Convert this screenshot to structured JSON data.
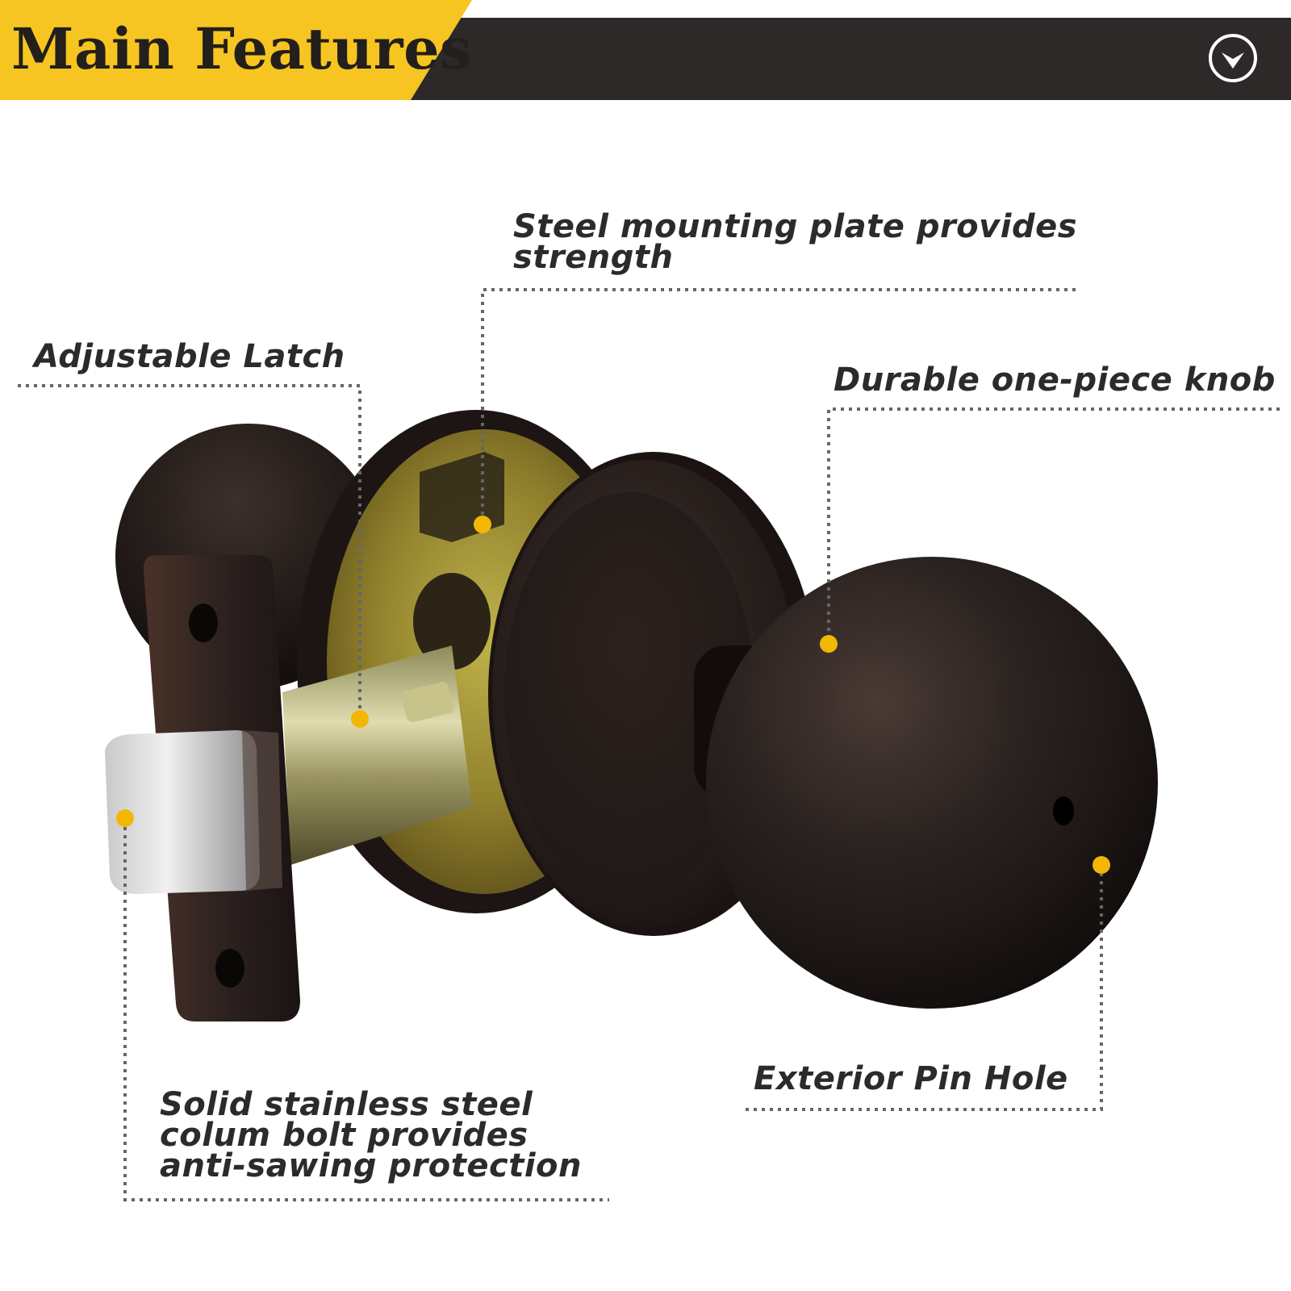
{
  "header": {
    "title": "Main Features",
    "icon": "chevron-down-circle-icon",
    "colors": {
      "accent": "#f7c521",
      "bar": "#2d2929"
    }
  },
  "callouts": {
    "mounting_plate": "Steel mounting plate provides\nstrength",
    "adjustable_latch": "Adjustable Latch",
    "one_piece_knob": "Durable one-piece knob",
    "pin_hole": "Exterior Pin Hole",
    "column_bolt": "Solid stainless steel\ncolum bolt provides\nanti-sawing protection"
  },
  "marker_color": "#f2b705"
}
